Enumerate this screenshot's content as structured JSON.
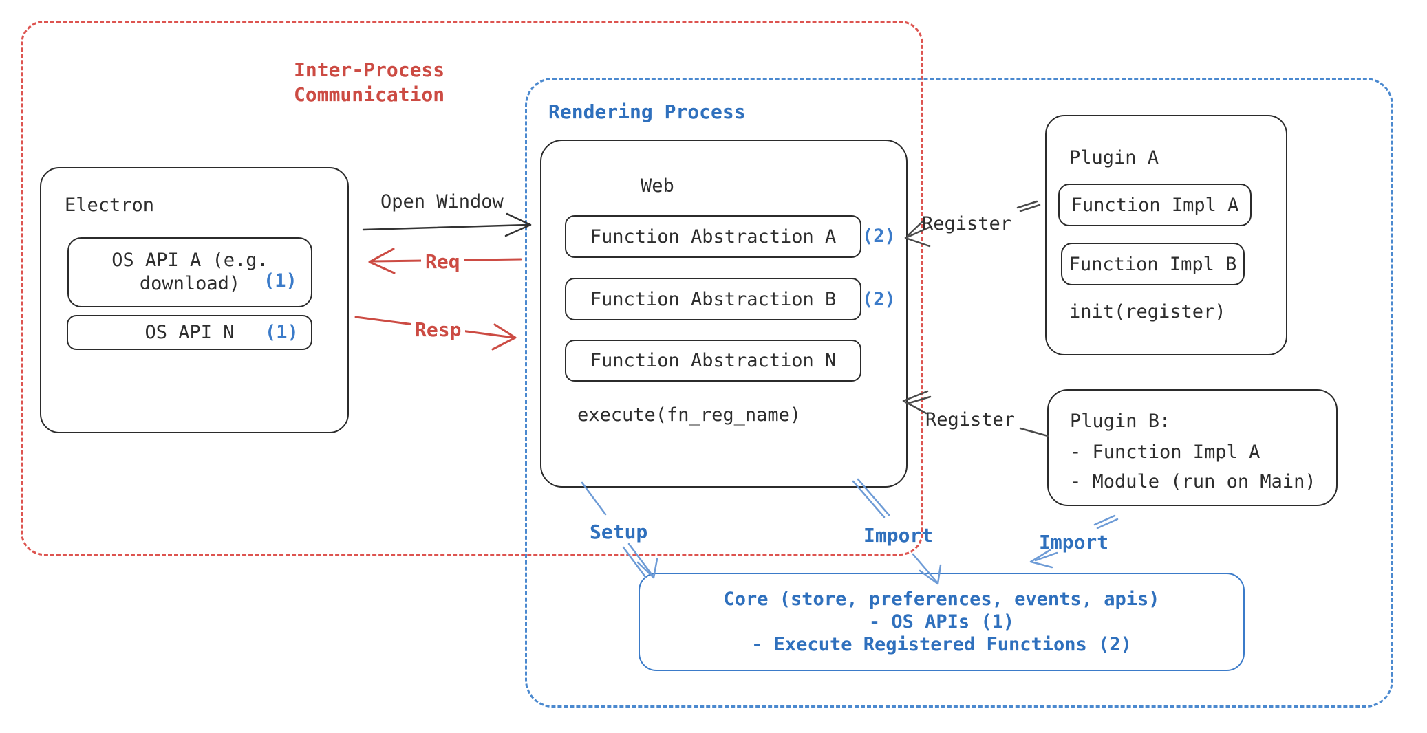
{
  "colors": {
    "red": "#cc4b43",
    "blue": "#2f70bd",
    "badge_blue": "#3b7bc9",
    "arrow_blue": "#6d9bd6",
    "ink": "#2d2d2d",
    "background": "#ffffff"
  },
  "frames": {
    "ipc": {
      "label": "Inter-Process\nCommunication"
    },
    "rendering": {
      "label": "Rendering Process"
    }
  },
  "electron": {
    "title": "Electron",
    "api_a_line1": "OS API A (e.g.",
    "api_a_line2": "download)",
    "api_a_badge": "(1)",
    "api_n_label": "OS API N",
    "api_n_badge": "(1)"
  },
  "web": {
    "title": "Web",
    "abstractions": [
      {
        "label": "Function Abstraction A",
        "badge": "(2)"
      },
      {
        "label": "Function Abstraction B",
        "badge": "(2)"
      },
      {
        "label": "Function Abstraction N",
        "badge": ""
      }
    ],
    "execute": "execute(fn_reg_name)"
  },
  "plugin_a": {
    "title": "Plugin A",
    "impls": [
      "Function Impl A",
      "Function Impl B"
    ],
    "init": "init(register)"
  },
  "plugin_b": {
    "title": "Plugin B:",
    "items": [
      "- Function Impl A",
      "- Module (run on Main)"
    ]
  },
  "core": {
    "lines": [
      "Core (store, preferences, events, apis)",
      "- OS APIs (1)",
      "- Execute Registered Functions (2)"
    ]
  },
  "arrows": {
    "open_window": "Open Window",
    "req": "Req",
    "resp": "Resp",
    "register_top": "Register",
    "register_bottom": "Register",
    "setup": "Setup",
    "import_web": "Import",
    "import_plugin": "Import"
  }
}
